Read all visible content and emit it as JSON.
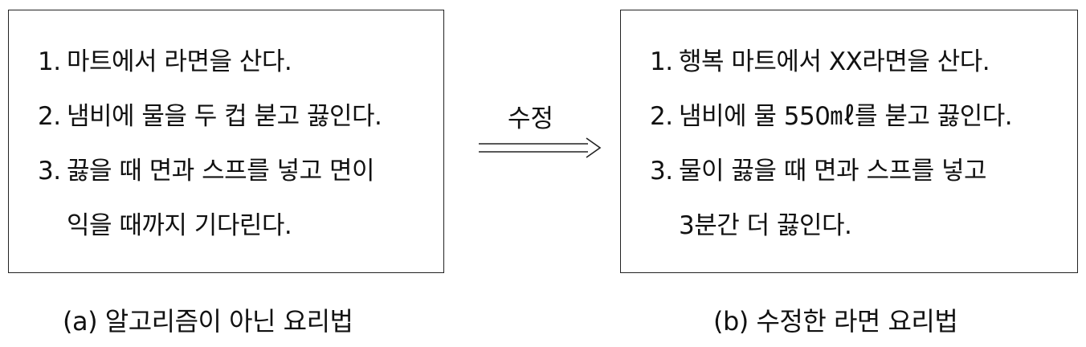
{
  "recipe_a": {
    "steps": [
      {
        "num": "1.",
        "text": "마트에서 라면을 산다."
      },
      {
        "num": "2.",
        "text": "냄비에 물을 두 컵 붇고 끓인다."
      },
      {
        "num": "3.",
        "text": "끓을 때 면과 스프를 넣고 면이"
      },
      {
        "num": "",
        "text": "익을 때까지 기다린다."
      }
    ],
    "caption": "(a) 알고리즘이 아닌 요리법"
  },
  "arrow": {
    "label": "수정"
  },
  "recipe_b": {
    "steps": [
      {
        "num": "1.",
        "text": "행복 마트에서 XX라면을 산다."
      },
      {
        "num": "2.",
        "text": "냄비에 물 550㎖를 붇고 끓인다."
      },
      {
        "num": "3.",
        "text": "물이 끓을 때 면과 스프를 넣고"
      },
      {
        "num": "",
        "text": "3분간 더 끓인다."
      }
    ],
    "caption": "(b) 수정한 라면 요리법"
  }
}
